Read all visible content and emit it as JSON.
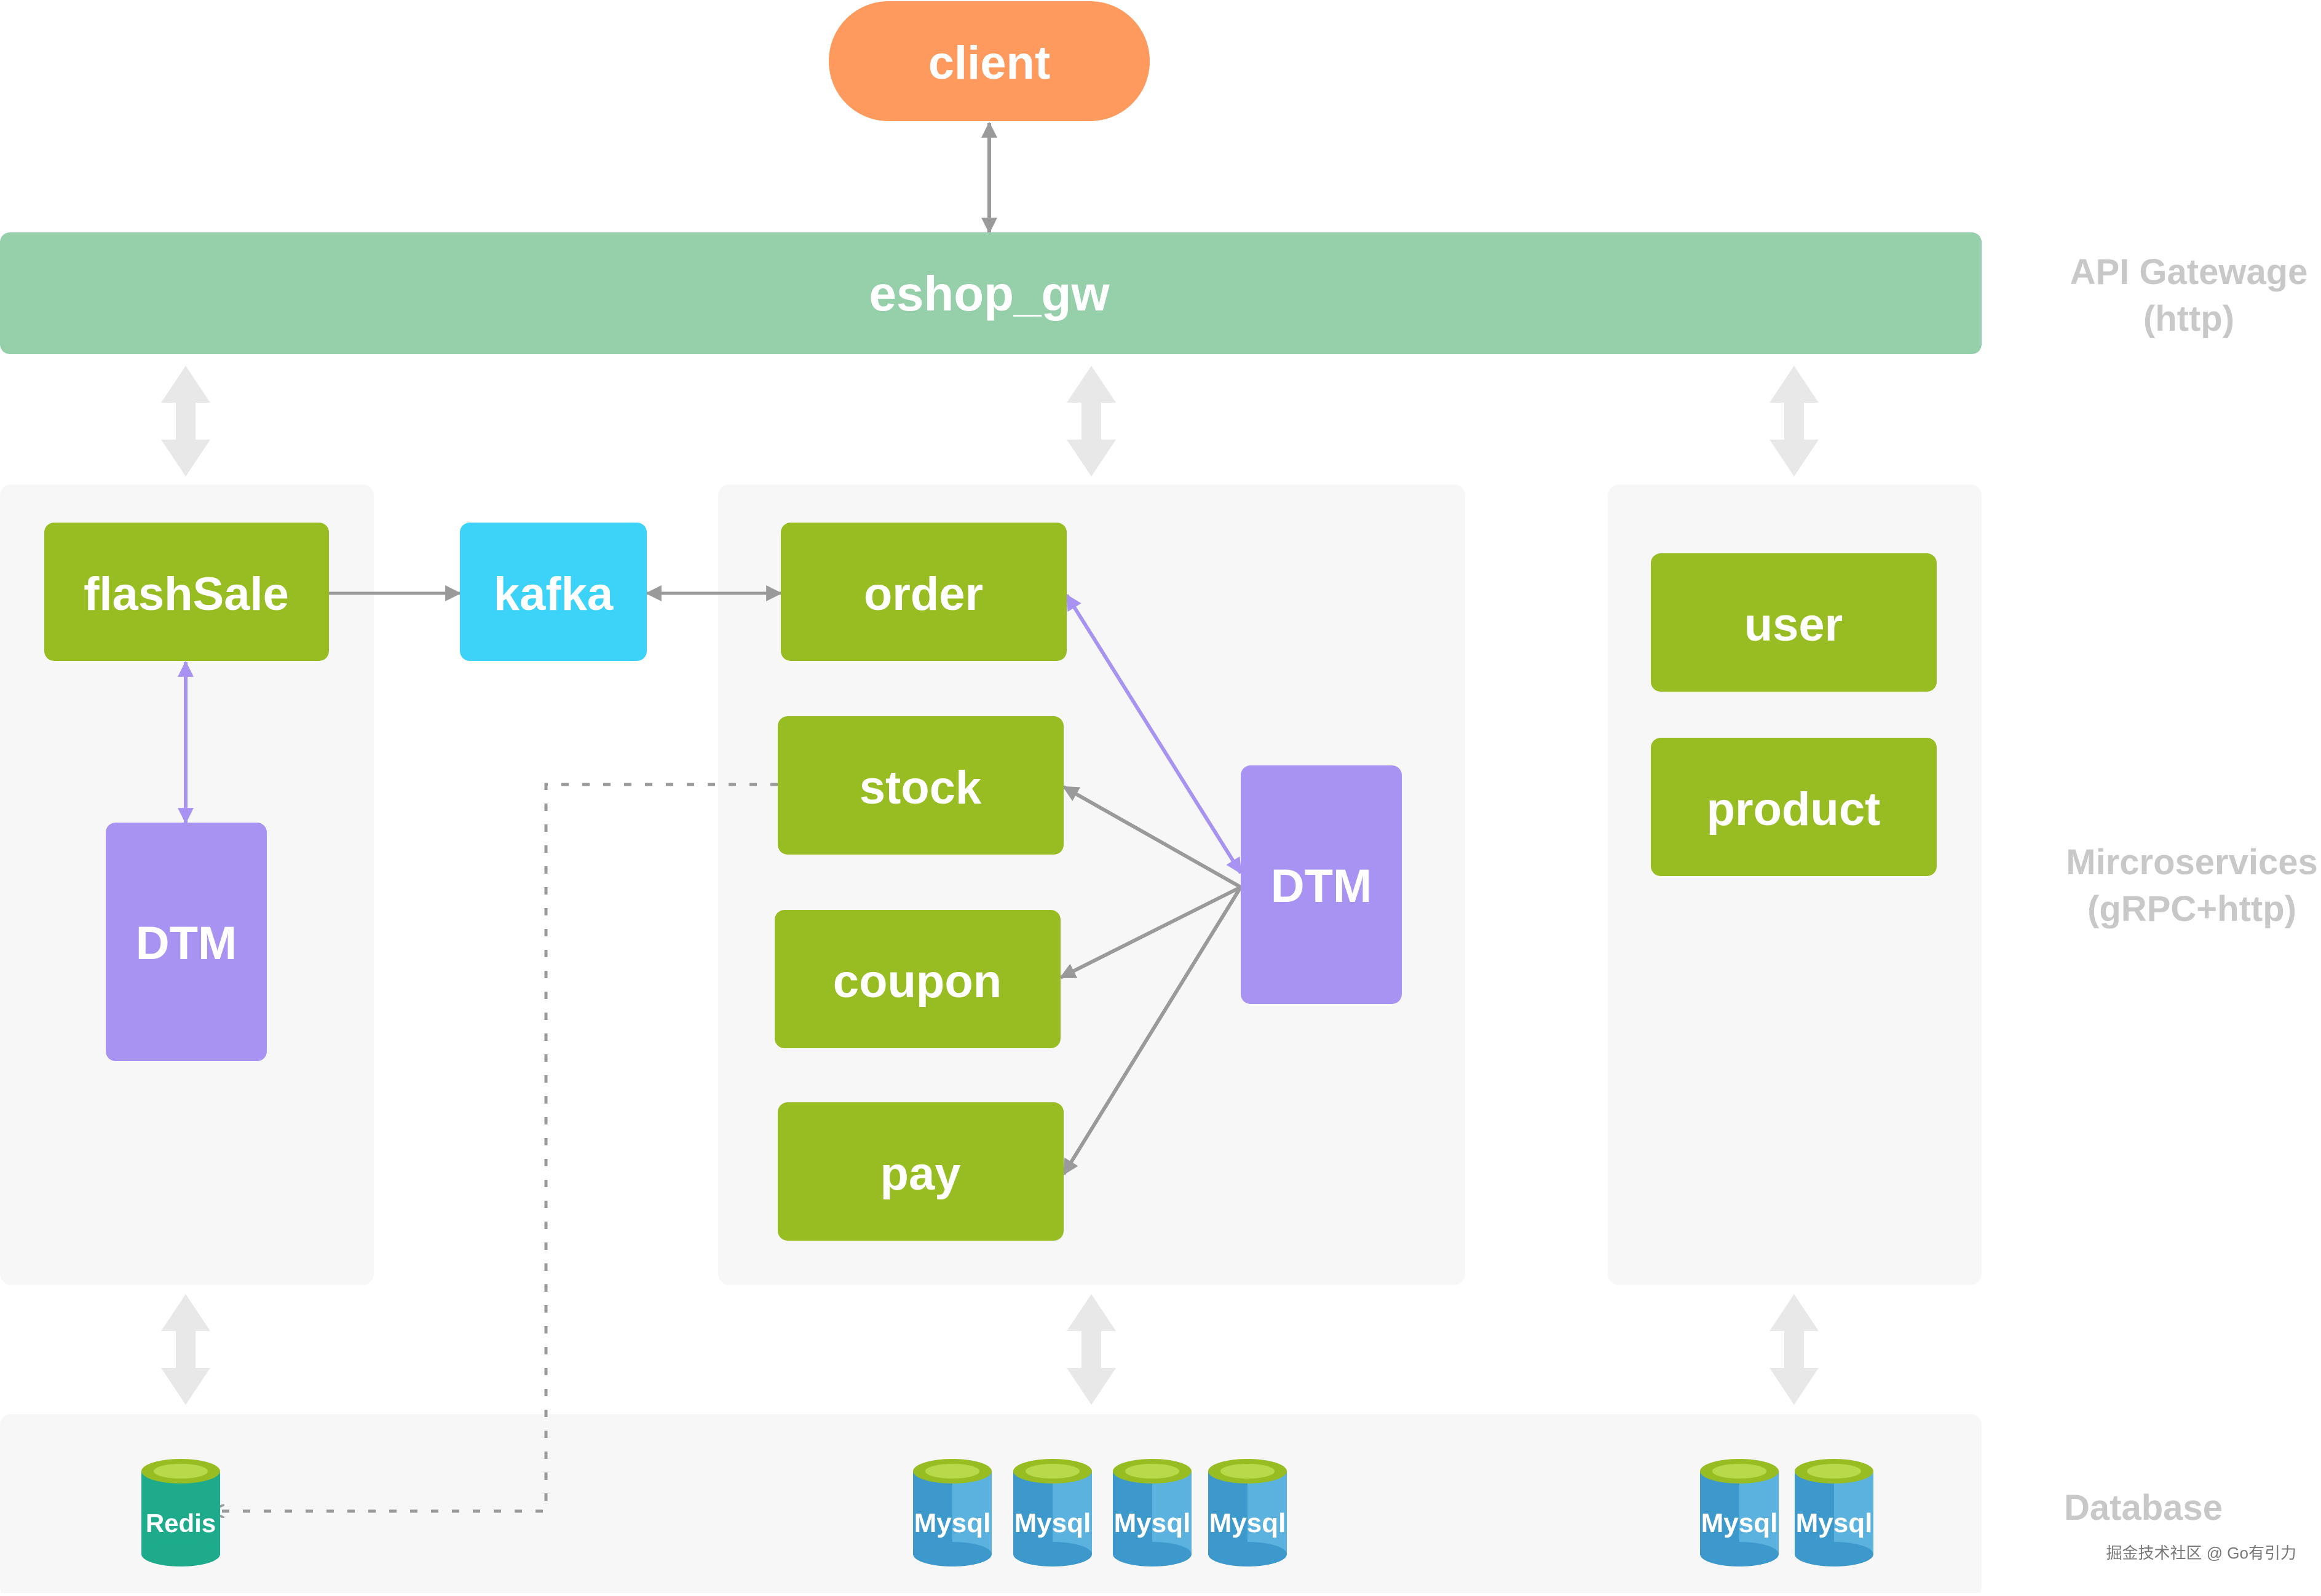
{
  "client": "client",
  "gateway": "eshop_gw",
  "layers": {
    "api": [
      "API Gatewage",
      "(http)"
    ],
    "micro": [
      "Mircroservices",
      "(gRPC+http)"
    ],
    "db": "Database"
  },
  "services": {
    "flashSale": "flashSale",
    "dtm_left": "DTM",
    "kafka": "kafka",
    "order": "order",
    "stock": "stock",
    "coupon": "coupon",
    "pay": "pay",
    "dtm_center": "DTM",
    "user": "user",
    "product": "product"
  },
  "databases": {
    "redis": "Redis",
    "mysql_center": [
      "Mysql",
      "Mysql",
      "Mysql",
      "Mysql"
    ],
    "mysql_right": [
      "Mysql",
      "Mysql"
    ]
  },
  "watermark": "掘金技术社区 @ Go有引力",
  "colors": {
    "client": "#FF9A5E",
    "gateway": "#95D0AB",
    "service": "#98BD22",
    "kafka": "#3DD2F7",
    "dtm": "#A893F2",
    "panel": "#F7F7F7",
    "layer_label": "#C8C8C8",
    "gray_arrow": "#9A9A9A",
    "purple_arrow": "#A893F2",
    "mysql": "#3D98CC",
    "redis": "#1DAB8C",
    "db_top": "#98BD22"
  }
}
